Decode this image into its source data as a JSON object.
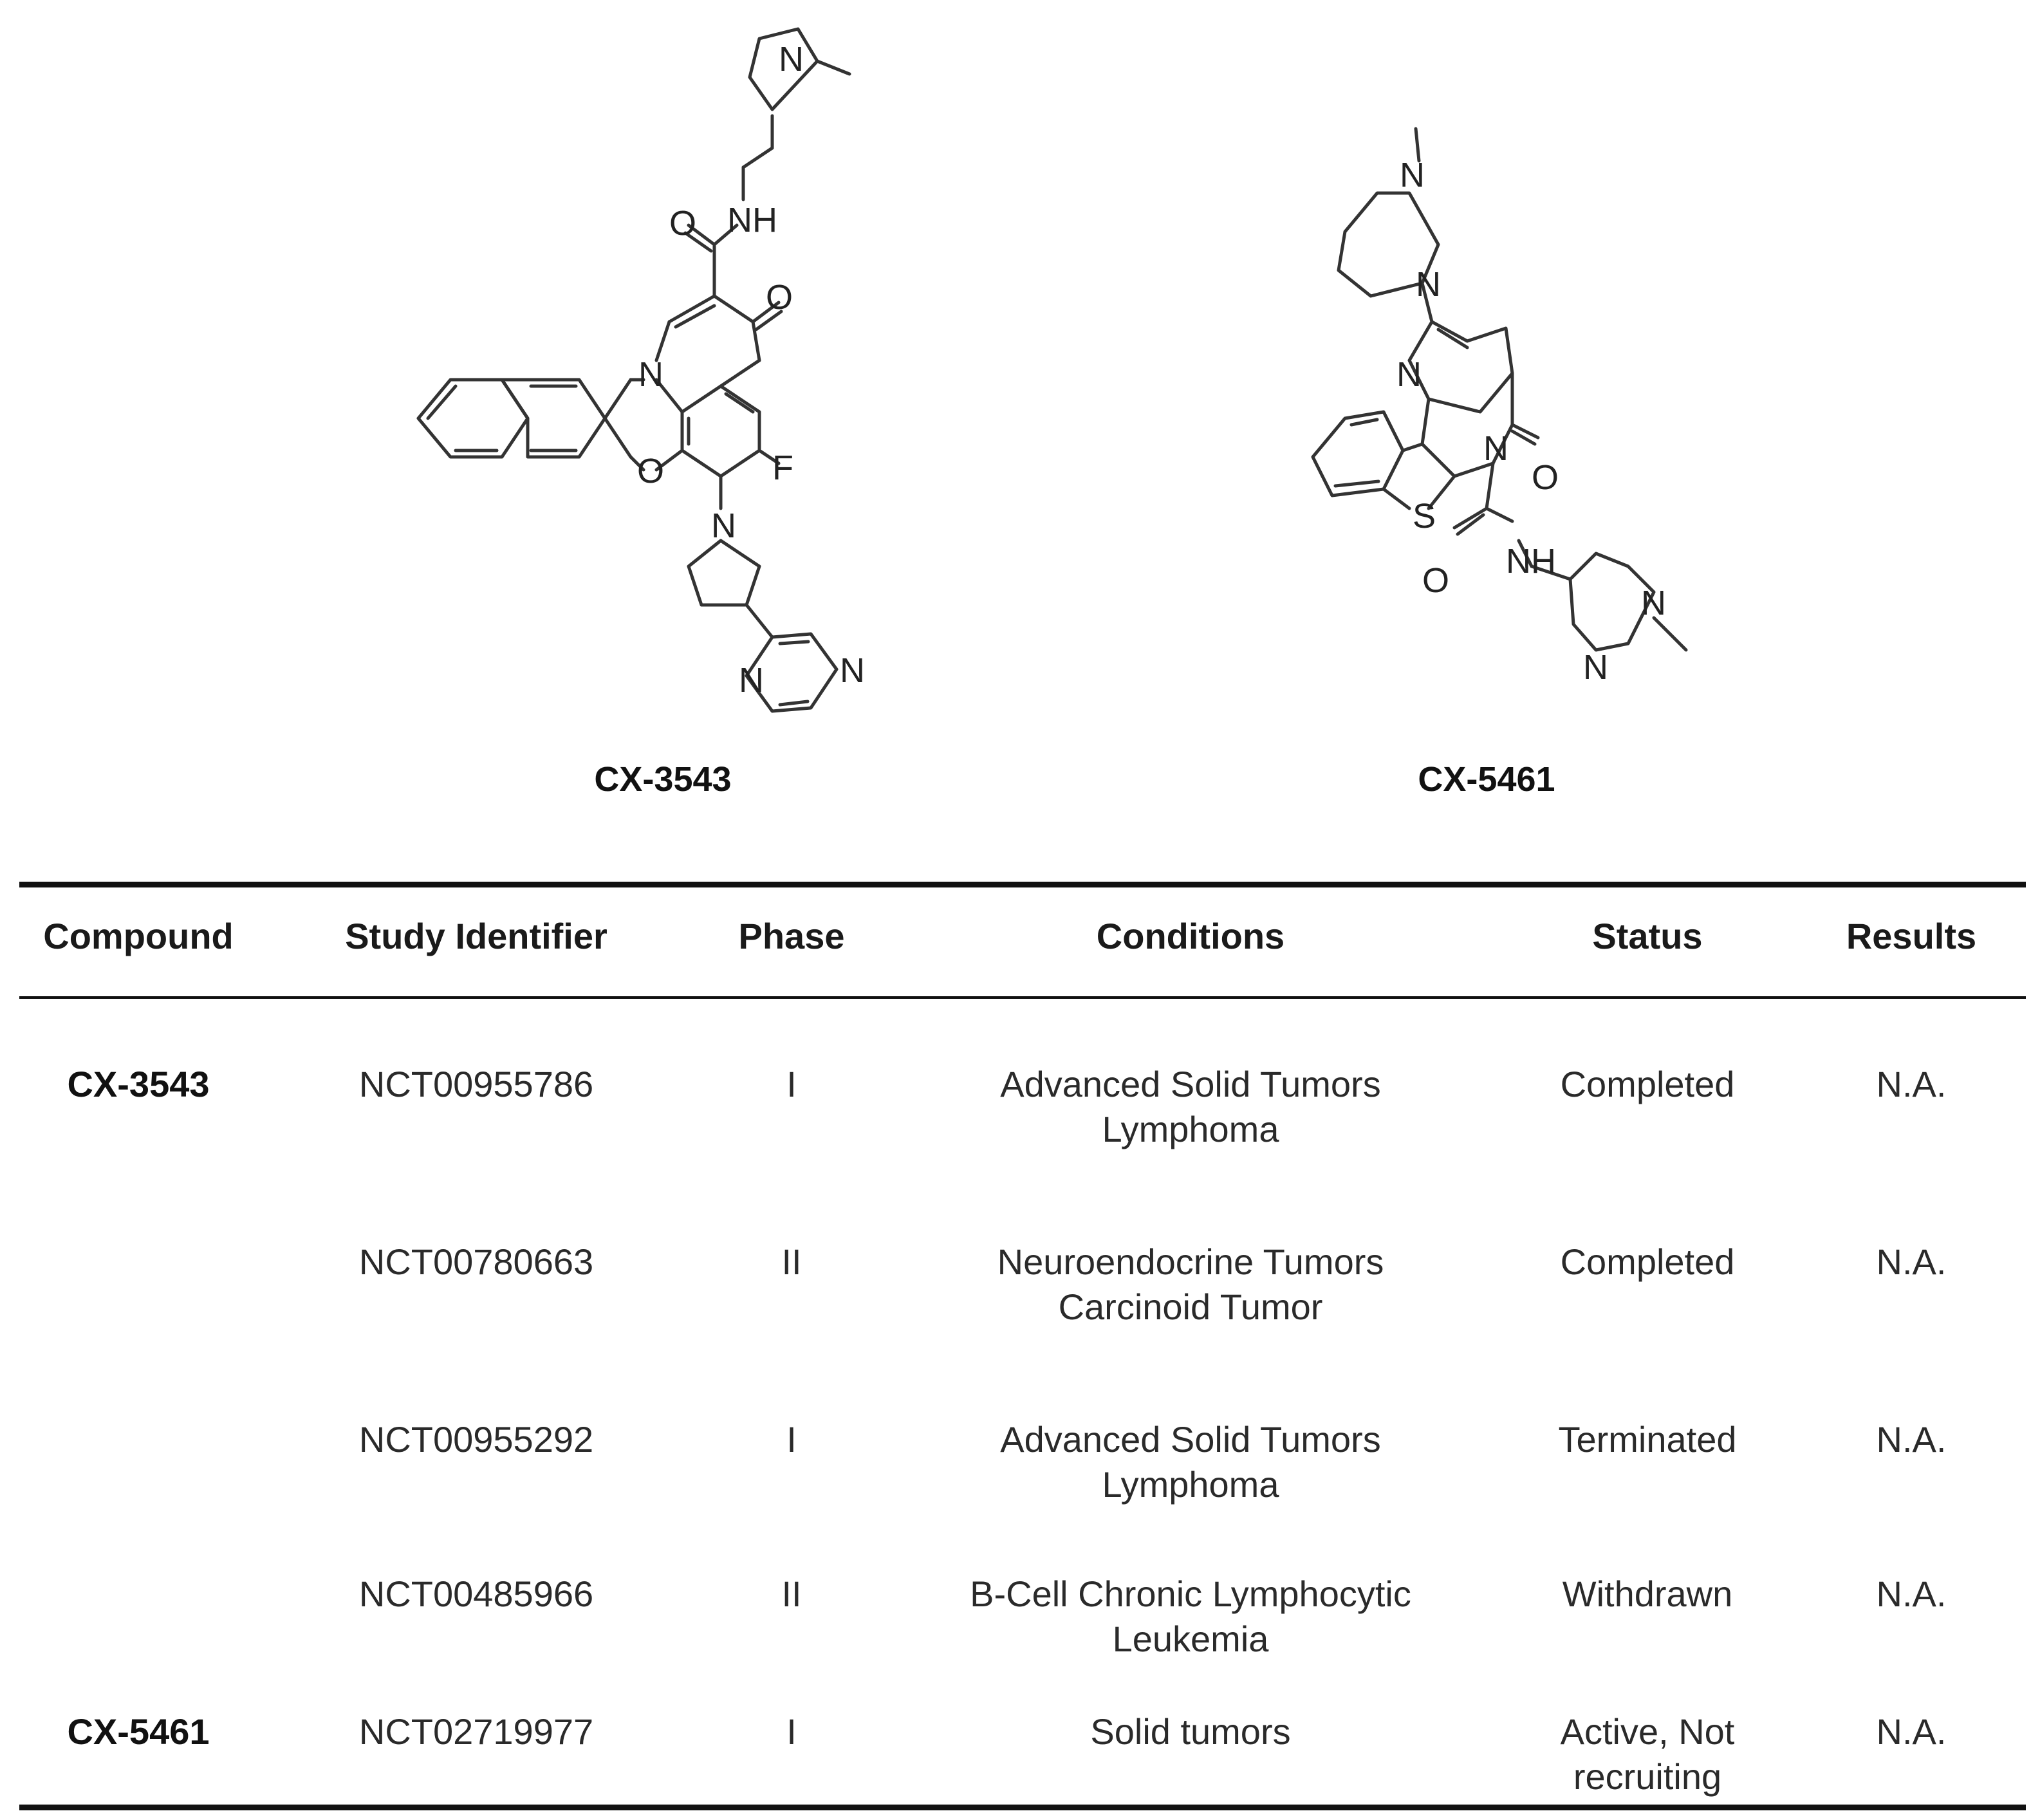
{
  "structures": [
    {
      "name": "CX-3543"
    },
    {
      "name": "CX-5461"
    }
  ],
  "atom_labels": {
    "cx3543": {
      "n_pyrrolidine_top": "N",
      "nh": "NH",
      "o_amide": "O",
      "o_ketone": "O",
      "n_ring": "N",
      "o_ring": "O",
      "f": "F",
      "n_pyrrolidine": "N",
      "n_pyrazine_1": "N",
      "n_pyrazine_2": "N"
    },
    "cx5461": {
      "n_methyl": "N",
      "n_diazepane": "N",
      "n_pyridine": "N",
      "n_ring": "N",
      "o_ketone": "O",
      "s": "S",
      "o_amide": "O",
      "nh": "NH",
      "n_pyrazine_1": "N",
      "n_pyrazine_2": "N"
    }
  },
  "table": {
    "headers": [
      "Compound",
      "Study Identifier",
      "Phase",
      "Conditions",
      "Status",
      "Results"
    ],
    "rows": [
      {
        "compound": "CX-3543",
        "study": "NCT00955786",
        "phase": "I",
        "conditions": [
          "Advanced Solid Tumors",
          "Lymphoma"
        ],
        "status": [
          "Completed"
        ],
        "results": "N.A."
      },
      {
        "compound": "",
        "study": "NCT00780663",
        "phase": "II",
        "conditions": [
          "Neuroendocrine Tumors",
          "Carcinoid Tumor"
        ],
        "status": [
          "Completed"
        ],
        "results": "N.A."
      },
      {
        "compound": "",
        "study": "NCT00955292",
        "phase": "I",
        "conditions": [
          "Advanced Solid Tumors",
          "Lymphoma"
        ],
        "status": [
          "Terminated"
        ],
        "results": "N.A."
      },
      {
        "compound": "",
        "study": "NCT00485966",
        "phase": "II",
        "conditions": [
          "B-Cell Chronic Lymphocytic",
          "Leukemia"
        ],
        "status": [
          "Withdrawn"
        ],
        "results": "N.A."
      },
      {
        "compound": "CX-5461",
        "study": "NCT02719977",
        "phase": "I",
        "conditions": [
          "Solid tumors"
        ],
        "status": [
          "Active, Not",
          "recruiting"
        ],
        "results": "N.A."
      }
    ]
  }
}
